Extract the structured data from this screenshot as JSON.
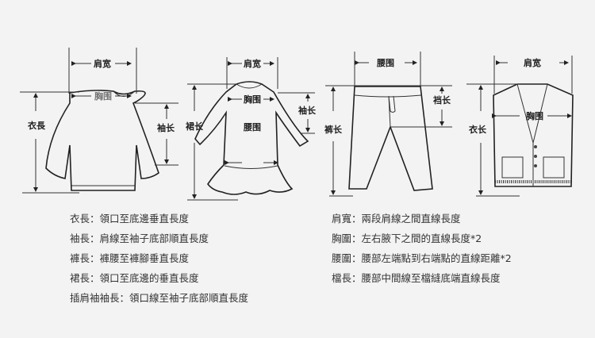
{
  "diagrams": {
    "sweater": {
      "shoulder": "肩宽",
      "chest": "胸围",
      "length": "衣長",
      "sleeve": "袖长"
    },
    "dress": {
      "shoulder": "肩宽",
      "chest": "胸围",
      "waist": "腰围",
      "skirt_length": "裙长",
      "sleeve": "袖长"
    },
    "pants": {
      "waist": "腰围",
      "rise": "裆长",
      "length": "裤长"
    },
    "vest": {
      "shoulder": "肩宽",
      "chest": "胸围",
      "length": "衣长"
    }
  },
  "legend": {
    "left": [
      "衣長：領口至底邊垂直長度",
      "袖長：肩線至袖子底部順直長度",
      "褲長：褲腰至褲腳垂直長度",
      "裙長：領口至底邊的垂直長度",
      "插肩袖袖長：領口線至袖子底部順直長度"
    ],
    "right": [
      "肩寬：兩段肩線之間直線長度",
      "胸圍：左右腋下之間的直線長度*2",
      "腰圍：腰部左端點到右端點的直線距離*2",
      "檔長：腰部中間線至檔縫底端直線長度"
    ]
  }
}
